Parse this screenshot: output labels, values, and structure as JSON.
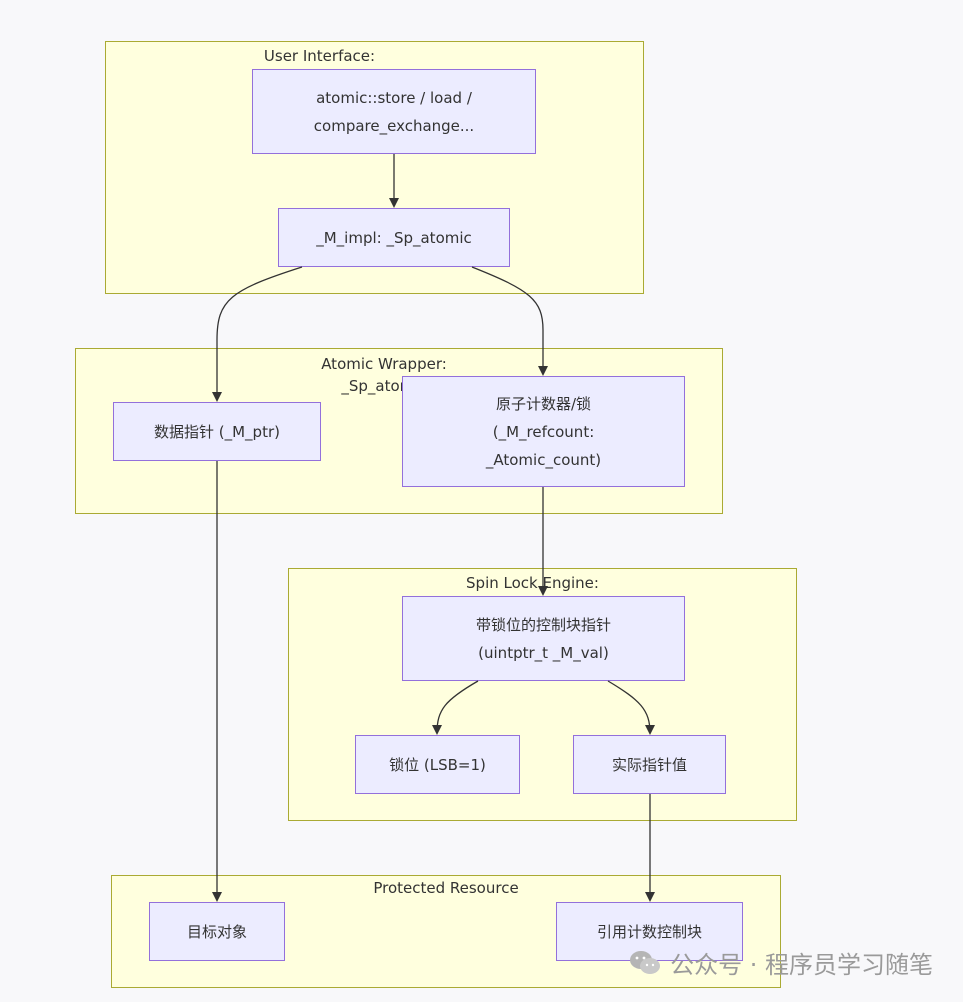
{
  "clusters": {
    "user_interface": "User Interface:",
    "atomic_wrapper_line1": "Atomic Wrapper:",
    "atomic_wrapper_line2": "_Sp_atomic",
    "spin_lock": "Spin Lock Engine:",
    "protected": "Protected Resource"
  },
  "nodes": {
    "api_line1": "atomic::store / load /",
    "api_line2": "compare_exchange...",
    "impl": "_M_impl: _Sp_atomic",
    "data_ptr": "数据指针 (_M_ptr)",
    "refcount_line1": "原子计数器/锁",
    "refcount_line2": "(_M_refcount:",
    "refcount_line3": "_Atomic_count)",
    "ctrl_line1": "带锁位的控制块指针",
    "ctrl_line2": "(uintptr_t _M_val)",
    "lock_bit": "锁位 (LSB=1)",
    "actual_ptr": "实际指针值",
    "target": "目标对象",
    "ref_block": "引用计数控制块"
  },
  "watermark": {
    "icon": "wechat-icon",
    "text": "公众号 · 程序员学习随笔"
  },
  "colors": {
    "cluster_fill": "#ffffde",
    "cluster_stroke": "#aaaa33",
    "node_fill": "#ececff",
    "node_stroke": "#9370db"
  }
}
